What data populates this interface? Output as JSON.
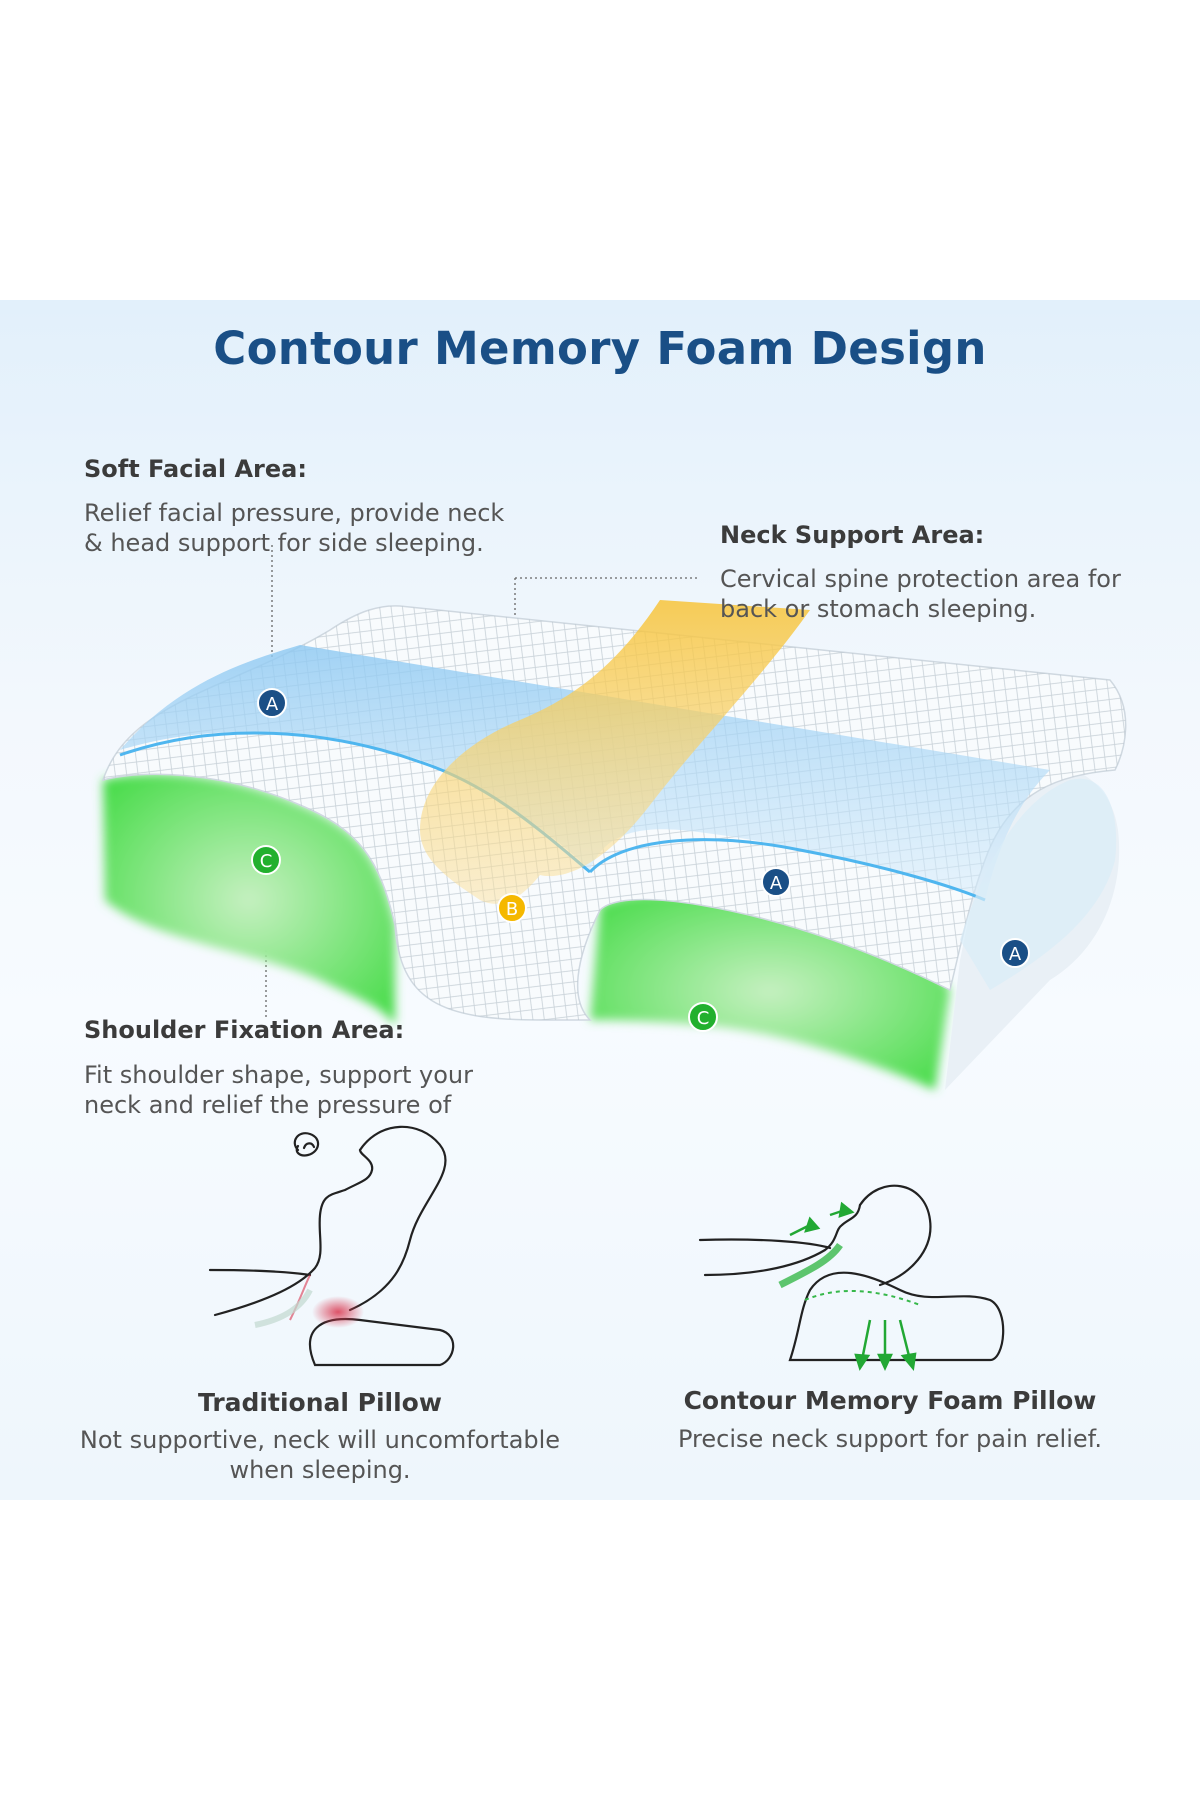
{
  "title": "Contour Memory Foam Design",
  "areas": {
    "soft_facial": {
      "heading": "Soft Facial Area:",
      "line1": "Relief facial pressure, provide neck",
      "line2": "& head support for side sleeping."
    },
    "neck_support": {
      "heading": "Neck Support Area:",
      "line1": "Cervical spine protection area for",
      "line2": "back or stomach sleeping."
    },
    "shoulder_fixation": {
      "heading": "Shoulder Fixation Area:",
      "line1": "Fit shoulder shape, support your",
      "line2": "neck and relief the pressure of"
    }
  },
  "markers": {
    "a": "A",
    "b": "B",
    "c": "C"
  },
  "comparison": {
    "traditional": {
      "title": "Traditional Pillow",
      "line1": "Not supportive, neck will uncomfortable",
      "line2": "when sleeping."
    },
    "contour": {
      "title": "Contour Memory Foam Pillow",
      "line1": "Precise neck support for pain relief."
    }
  },
  "colors": {
    "title": "#1a4f86",
    "marker_a": "#1a4f86",
    "marker_b": "#f5b800",
    "marker_c": "#22b02e",
    "zone_blue": "#8cc8f2",
    "zone_green": "#5ee05a",
    "zone_yellow": "#f7c43a",
    "pain": "#d9364e"
  }
}
